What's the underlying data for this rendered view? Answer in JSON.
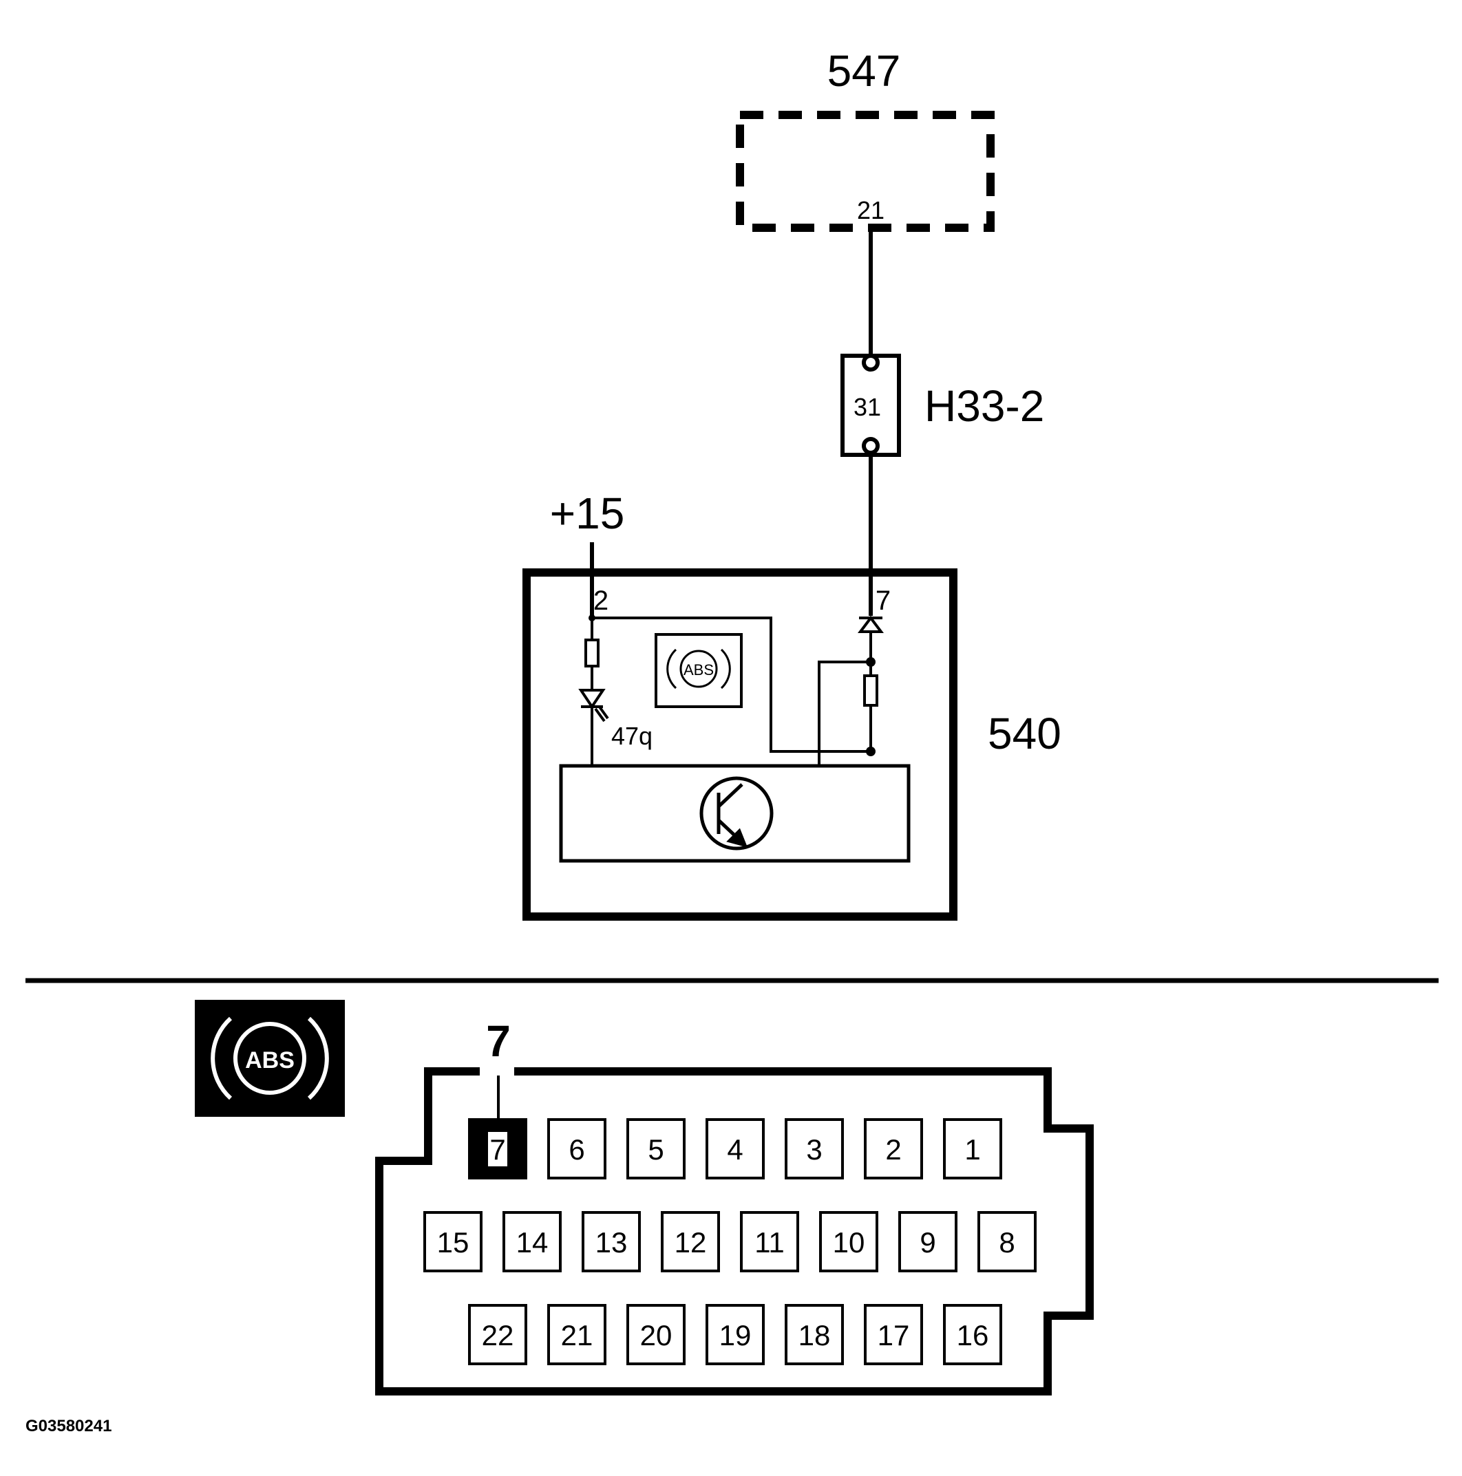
{
  "diagram": {
    "top_component": {
      "id": "547",
      "pin": "21"
    },
    "connector_h33": {
      "id": "H33-2",
      "pin": "31"
    },
    "supply": {
      "label": "+15"
    },
    "module_540": {
      "id": "540",
      "pin_left": "2",
      "pin_right": "7",
      "bulb_label": "47q",
      "icon_text": "ABS"
    },
    "abs_symbol": {
      "text": "ABS"
    },
    "connector_face": {
      "highlighted_pin": "7",
      "pin_callout": "7",
      "rows": [
        [
          "7",
          "6",
          "5",
          "4",
          "3",
          "2",
          "1"
        ],
        [
          "15",
          "14",
          "13",
          "12",
          "11",
          "10",
          "9",
          "8"
        ],
        [
          "22",
          "21",
          "20",
          "19",
          "18",
          "17",
          "16"
        ]
      ]
    },
    "figure_id": "G03580241"
  },
  "colors": {
    "ink": "#000000",
    "paper": "#ffffff"
  }
}
